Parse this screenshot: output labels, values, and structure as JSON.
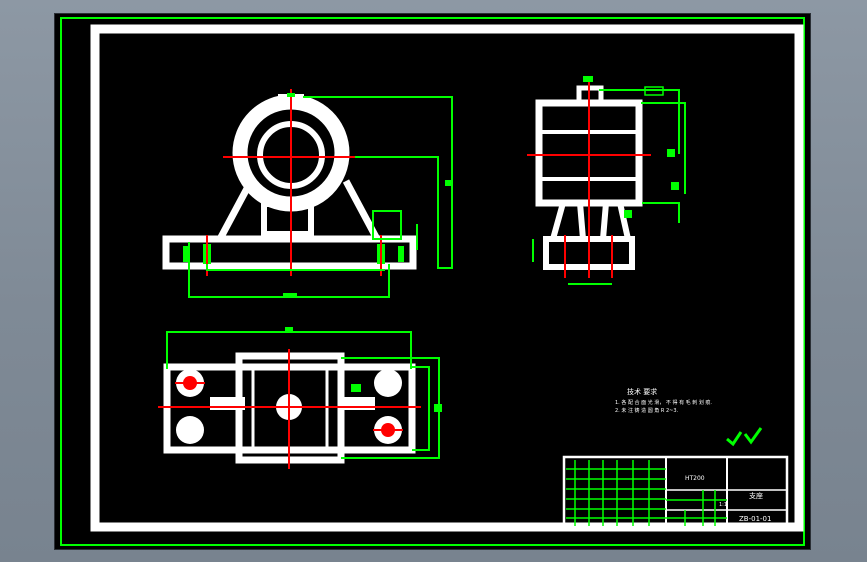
{
  "drawing": {
    "notes_title": "技术 要求",
    "notes": [
      "1. 各 配 合 面 光 滑， 不 得 有 毛 刺 划 痕.",
      "2. 未 注 铸 造 圆 角 R 2~3."
    ],
    "title_block": {
      "scale_label": "1:1",
      "material": "HT200",
      "part_name": "支座",
      "drawing_no": "ZB-01-01"
    },
    "colors": {
      "frame": "#00ff00",
      "part": "#ffffff",
      "centerline": "#ff0000",
      "background": "#000000"
    }
  }
}
